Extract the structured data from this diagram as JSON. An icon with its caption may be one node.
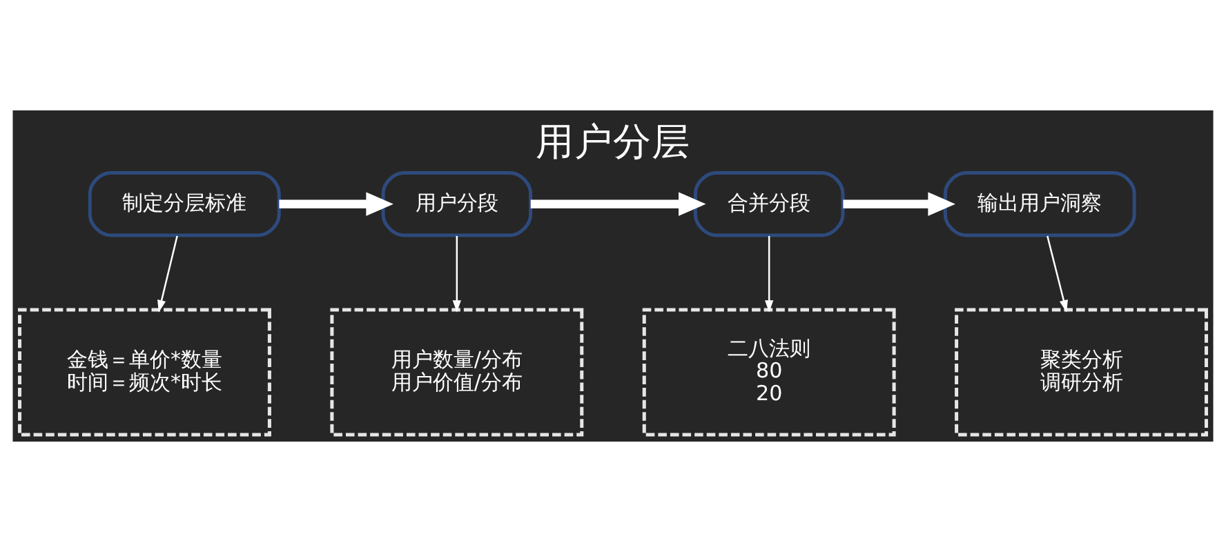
{
  "diagram": {
    "title": "用户分层",
    "nodes": [
      {
        "text": [
          "制定分层标准"
        ]
      },
      {
        "text": [
          "用户分段"
        ]
      },
      {
        "text": [
          "合并分段"
        ]
      },
      {
        "text": [
          "输出用户洞察"
        ]
      },
      {
        "text": [
          "金钱＝单价*数量",
          "时间＝频次*时长"
        ]
      },
      {
        "text": [
          "用户数量/分布",
          "用户价值/分布"
        ]
      },
      {
        "text": [
          "二八法则",
          "80",
          "20"
        ]
      },
      {
        "text": [
          "聚类分析",
          "调研分析"
        ]
      }
    ],
    "edges": [
      {
        "from": 0,
        "to": 1,
        "arrow": "to",
        "style": "thick"
      },
      {
        "from": 1,
        "to": 2,
        "arrow": "to",
        "style": "thick"
      },
      {
        "from": 2,
        "to": 3,
        "arrow": "to",
        "style": "thick"
      },
      {
        "from": 0,
        "to": 4,
        "arrow": "to"
      },
      {
        "from": 1,
        "to": 5,
        "arrow": "to"
      },
      {
        "from": 2,
        "to": 6,
        "arrow": "to"
      },
      {
        "from": 3,
        "to": 7,
        "arrow": "to"
      }
    ]
  }
}
